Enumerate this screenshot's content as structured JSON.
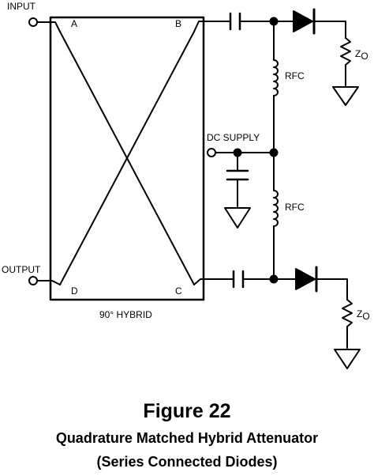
{
  "diagram": {
    "labels": {
      "input": "INPUT",
      "output": "OUTPUT",
      "port_a": "A",
      "port_b": "B",
      "port_c": "C",
      "port_d": "D",
      "hybrid": "90° HYBRID",
      "dc_supply": "DC SUPPLY",
      "rfc_top": "RFC",
      "rfc_bottom": "RFC",
      "zo_top_main": "Z",
      "zo_top_sub": "O",
      "zo_bottom_main": "Z",
      "zo_bottom_sub": "O"
    }
  },
  "caption": {
    "title": "Figure 22",
    "subtitle_line1": "Quadrature Matched Hybrid Attenuator",
    "subtitle_line2": "(Series Connected Diodes)"
  }
}
